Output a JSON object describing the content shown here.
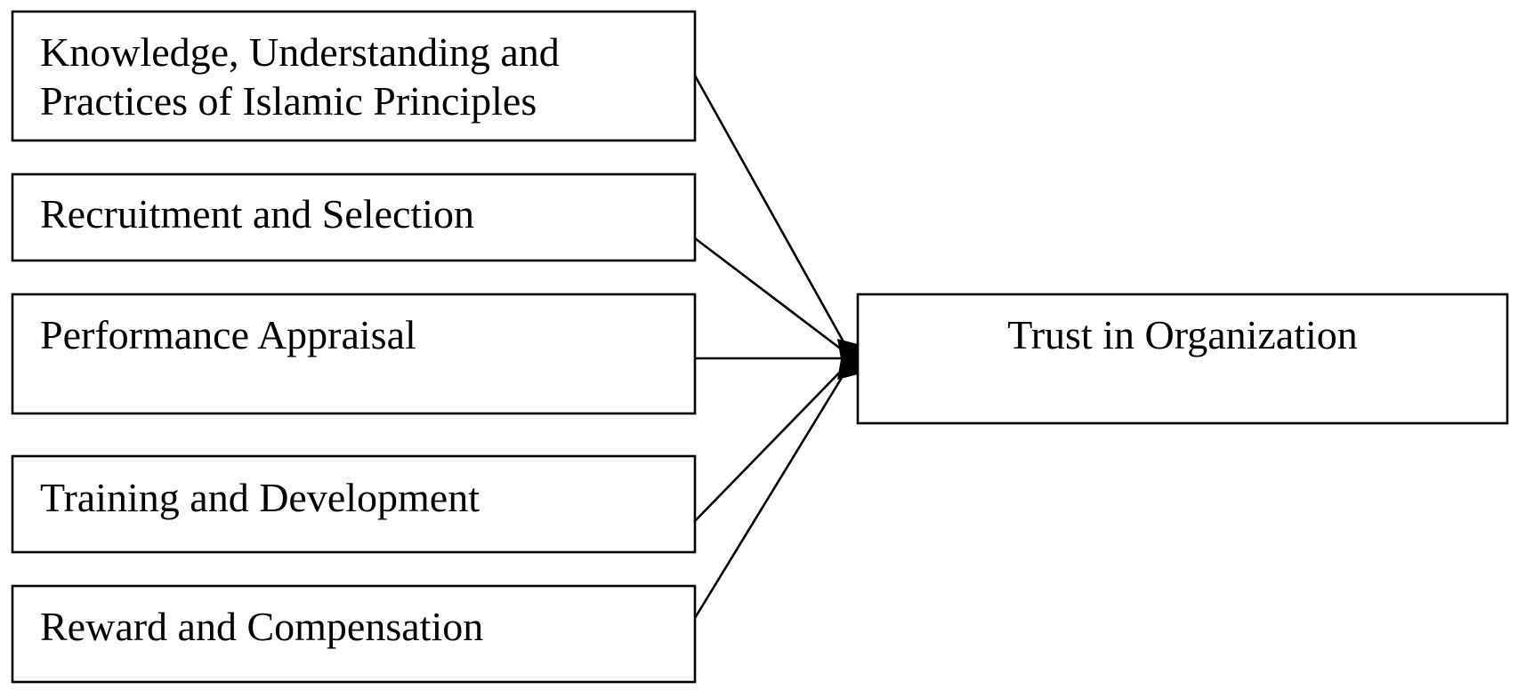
{
  "diagram": {
    "sources": [
      {
        "id": "knowledge",
        "lines": [
          "Knowledge, Understanding and",
          "Practices of Islamic Principles"
        ]
      },
      {
        "id": "recruitment",
        "lines": [
          "Recruitment and Selection"
        ]
      },
      {
        "id": "performance",
        "lines": [
          "Performance Appraisal"
        ]
      },
      {
        "id": "training",
        "lines": [
          "Training and Development"
        ]
      },
      {
        "id": "reward",
        "lines": [
          "Reward and Compensation"
        ]
      }
    ],
    "target": {
      "id": "trust",
      "lines": [
        "Trust in Organization"
      ]
    },
    "colors": {
      "stroke": "#000000",
      "fill": "#ffffff",
      "text": "#000000"
    }
  }
}
